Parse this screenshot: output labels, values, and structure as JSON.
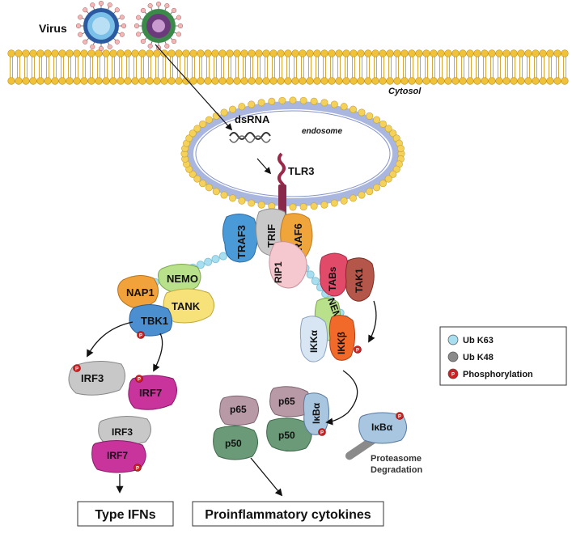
{
  "labels": {
    "virus": "Virus",
    "cytosol": "Cytosol",
    "dsrna": "dsRNA",
    "endosome": "endosome",
    "tlr3": "TLR3",
    "traf3": "TRAF3",
    "trif": "TRIF",
    "traf6": "TRAF6",
    "rip1": "RIP1",
    "tabs": "TABs",
    "tak1": "TAK1",
    "nap1": "NAP1",
    "nemo_left": "NEMO",
    "tank": "TANK",
    "tbk1": "TBK1",
    "nemo_right": "NEMO",
    "ikka": "IKKα",
    "ikkb": "IKKβ",
    "irf3_a": "IRF3",
    "irf7_a": "IRF7",
    "irf3_b": "IRF3",
    "irf7_b": "IRF7",
    "p65_a": "p65",
    "p50_a": "p50",
    "p65_b": "p65",
    "p50_b": "p50",
    "ikba_bound": "IκBα",
    "ikba_free": "IκBα",
    "proteasome_line1": "Proteasome",
    "proteasome_line2": "Degradation",
    "p_mark": "P"
  },
  "outputs": {
    "type_ifns": "Type IFNs",
    "cytokines": "Proinflammatory cytokines"
  },
  "legend": {
    "items": [
      {
        "label": "Ub K63",
        "color": "#a8dff0"
      },
      {
        "label": "Ub K48",
        "color": "#8a8a8a"
      },
      {
        "label": "Phosphorylation",
        "color": "#d21f1f"
      }
    ]
  },
  "colors": {
    "membrane_head": "#f0c23a",
    "endosome_outer": "#f4d15a",
    "endosome_inner": "#a9b6e0",
    "traf3": "#4a9ad8",
    "trif": "#c9c9c9",
    "traf6": "#f0a53a",
    "rip1": "#f5c8cf",
    "tabs": "#e24a6a",
    "tak1": "#b5564a",
    "nap1": "#f2a23a",
    "nemo": "#b9e08a",
    "tank": "#f7e27a",
    "tbk1": "#4b8fd0",
    "ikka": "#d8e6f4",
    "ikkb": "#f26a2a",
    "irf3": "#c8c8c8",
    "irf7": "#c8339c",
    "p65": "#b79aa6",
    "p50": "#6a9a78",
    "ikba": "#a8c6e0"
  }
}
